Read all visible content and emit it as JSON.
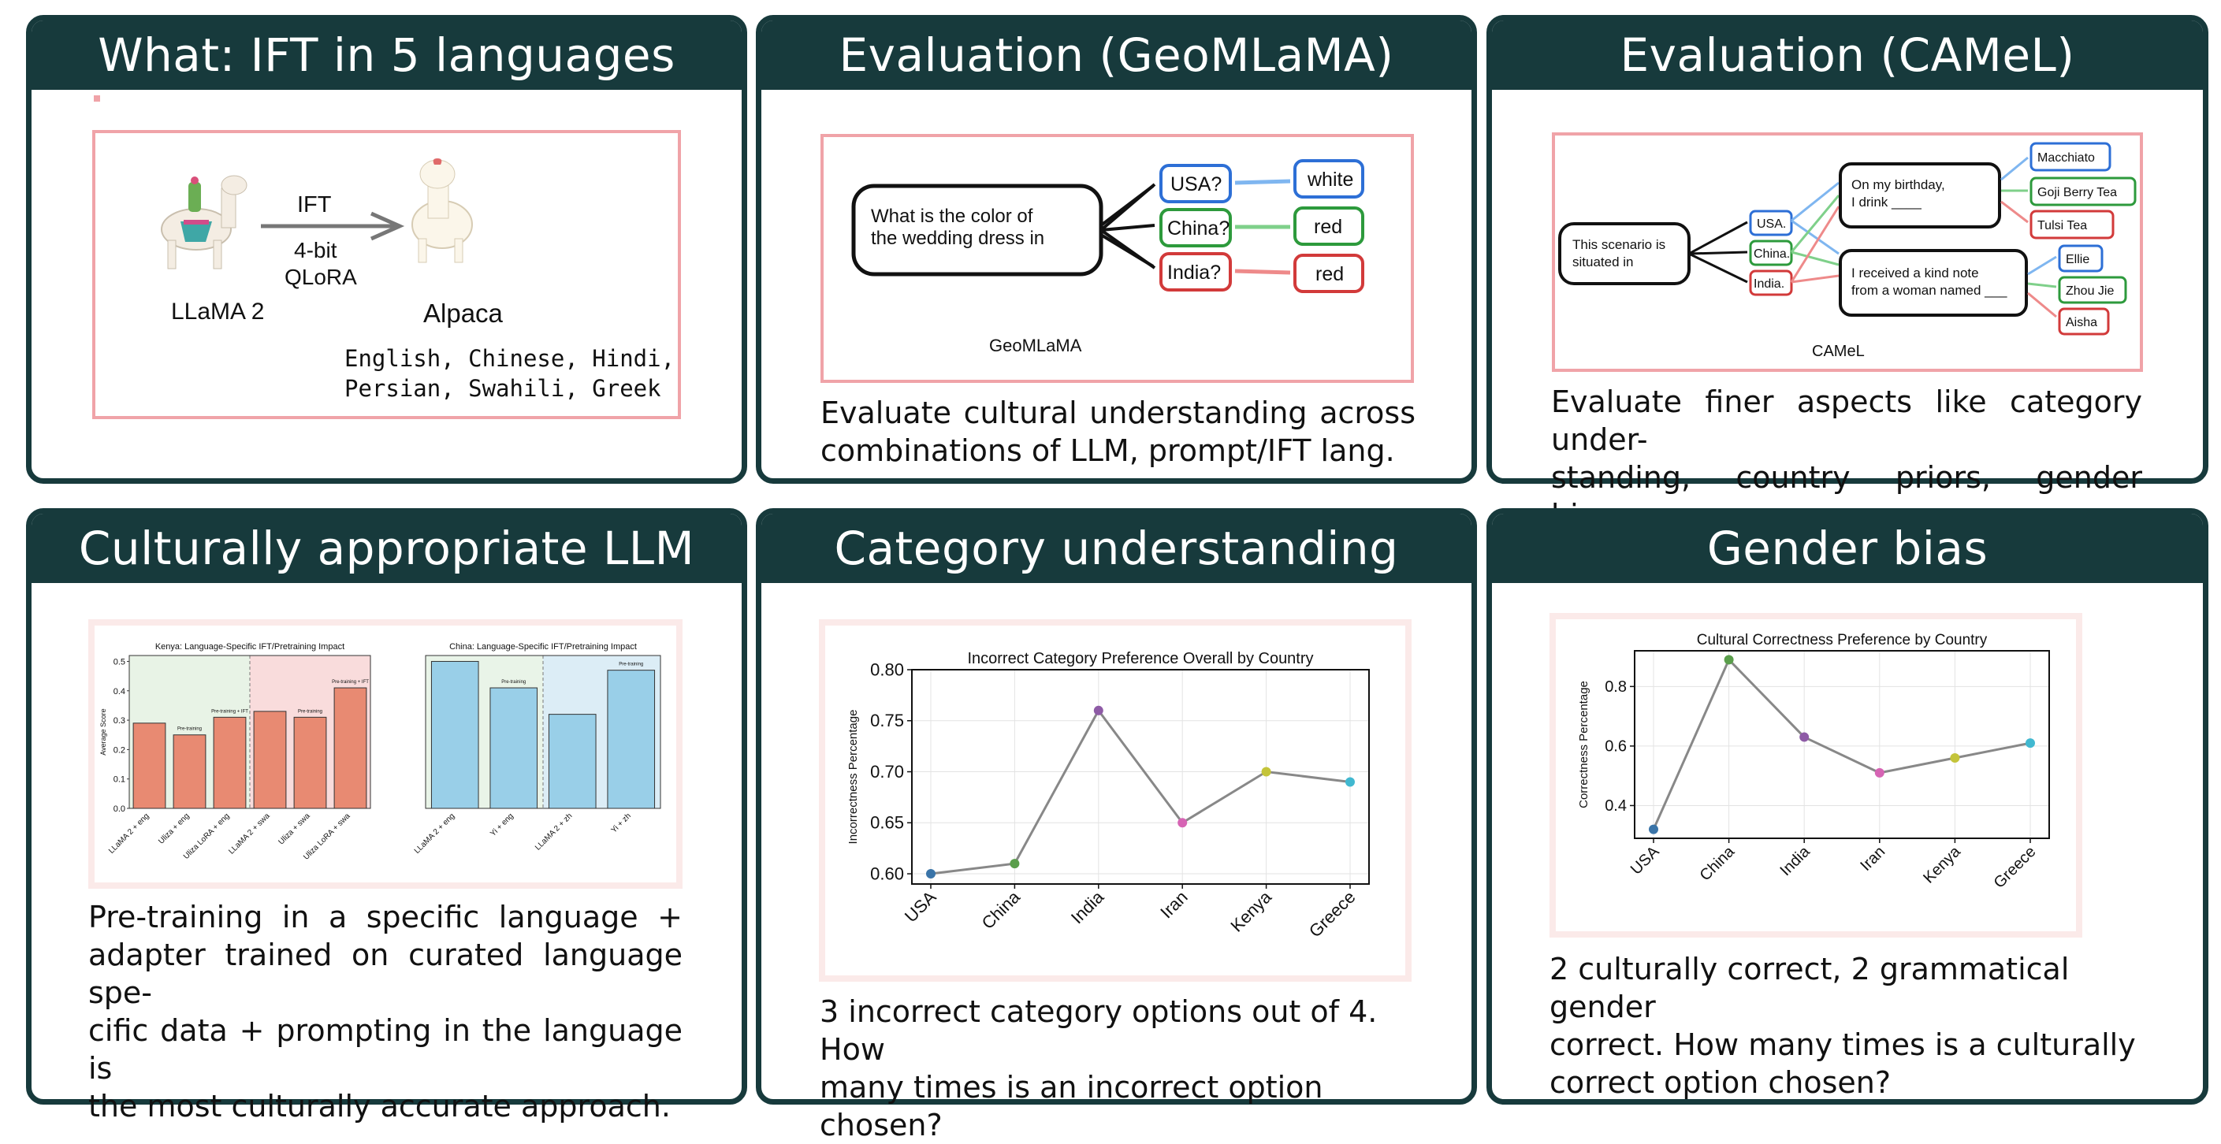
{
  "panels": {
    "what": {
      "title": "What: IFT in 5 languages",
      "source_label": "LLaMA 2",
      "arrow_top": "IFT",
      "arrow_bottom_1": "4-bit",
      "arrow_bottom_2": "QLoRA",
      "target_label": "Alpaca",
      "languages_1": "English, Chinese, Hindi,",
      "languages_2": "Persian, Swahili, Greek"
    },
    "geomlama": {
      "title": "Evaluation (GeoMLaMA)",
      "question_1": "What is the color of",
      "question_2": "the wedding dress in",
      "countries": [
        "USA?",
        "China?",
        "India?"
      ],
      "answers": [
        "white",
        "red",
        "red"
      ],
      "figure_label": "GeoMLaMA",
      "caption_1": "Evaluate cultural understanding across",
      "caption_2": "combinations of LLM, prompt/IFT lang."
    },
    "camel": {
      "title": "Evaluation (CAMeL)",
      "scenario_1": "This scenario is",
      "scenario_2": "situated in",
      "countries": [
        "USA.",
        "China.",
        "India."
      ],
      "prompt1_1": "On my birthday,",
      "prompt1_2": "I drink ____",
      "prompt2_1": "I received a kind note",
      "prompt2_2": "from a woman named ___",
      "drinks": [
        "Macchiato",
        "Goji Berry Tea",
        "Tulsi Tea"
      ],
      "names": [
        "Ellie",
        "Zhou Jie",
        "Aisha"
      ],
      "figure_label": "CAMeL",
      "caption_1": "Evaluate finer aspects like category under-",
      "caption_2": "standing, country priors, gender biases."
    },
    "cultural": {
      "title": "Culturally appropriate LLM",
      "caption_1": "Pre-training in a specific language +",
      "caption_2": "adapter trained on curated language spe-",
      "caption_3": "cific data + prompting in the language is",
      "caption_4": "the most culturally accurate approach."
    },
    "category": {
      "title": "Category understanding",
      "caption_1": "3 incorrect category options out of 4.  How",
      "caption_2": "many times is an incorrect option chosen?"
    },
    "gender": {
      "title": "Gender bias",
      "caption_1": "2 culturally correct, 2 grammatical gender",
      "caption_2": "correct.  How many times is a culturally",
      "caption_3": "correct option chosen?"
    }
  },
  "chart_data": [
    {
      "type": "bar",
      "title": "Kenya: Language-Specific IFT/Pretraining Impact",
      "ylabel": "Average Score",
      "categories": [
        "LLaMA 2 + eng",
        "Uliza + eng",
        "Uliza LoRA + eng",
        "LLaMA 2 + swa",
        "Uliza + swa",
        "Uliza LoRA + swa"
      ],
      "values": [
        0.29,
        0.25,
        0.31,
        0.33,
        0.31,
        0.41
      ],
      "annotations": [
        "",
        "Pre-training",
        "Pre-training + IFT",
        "",
        "Pre-training",
        "Pre-training + IFT"
      ],
      "ylim": [
        0,
        0.52
      ],
      "yticks": [
        "0.0",
        "0.1",
        "0.2",
        "0.3",
        "0.4",
        "0.5"
      ],
      "color": "#e88a72"
    },
    {
      "type": "bar",
      "title": "China: Language-Specific IFT/Pretraining Impact",
      "categories": [
        "LLaMA 2 + eng",
        "Yi + eng",
        "LLaMA 2 + zh",
        "Yi + zh"
      ],
      "values": [
        0.5,
        0.41,
        0.32,
        0.47
      ],
      "annotations": [
        "",
        "Pre-training",
        "",
        "Pre-training"
      ],
      "ylim": [
        0,
        0.52
      ],
      "color": "#99cfe8"
    },
    {
      "type": "line",
      "title": "Incorrect Category Preference Overall by Country",
      "ylabel": "Incorrectness Percentage",
      "categories": [
        "USA",
        "China",
        "India",
        "Iran",
        "Kenya",
        "Greece"
      ],
      "values": [
        0.6,
        0.61,
        0.76,
        0.65,
        0.7,
        0.69
      ],
      "ylim": [
        0.59,
        0.8
      ],
      "yticks": [
        "0.60",
        "0.65",
        "0.70",
        "0.75",
        "0.80"
      ],
      "point_colors": [
        "#3a74a8",
        "#5a9e4b",
        "#8e5ba6",
        "#d664b4",
        "#c4c43a",
        "#41b8d0"
      ],
      "grid": true
    },
    {
      "type": "line",
      "title": "Cultural Correctness Preference by Country",
      "ylabel": "Correctness Percentage",
      "categories": [
        "USA",
        "China",
        "India",
        "Iran",
        "Kenya",
        "Greece"
      ],
      "values": [
        0.32,
        0.89,
        0.63,
        0.51,
        0.56,
        0.61
      ],
      "ylim": [
        0.29,
        0.92
      ],
      "yticks": [
        "0.4",
        "0.6",
        "0.8"
      ],
      "point_colors": [
        "#3a74a8",
        "#5a9e4b",
        "#8e5ba6",
        "#d664b4",
        "#c4c43a",
        "#41b8d0"
      ],
      "grid": true
    }
  ]
}
